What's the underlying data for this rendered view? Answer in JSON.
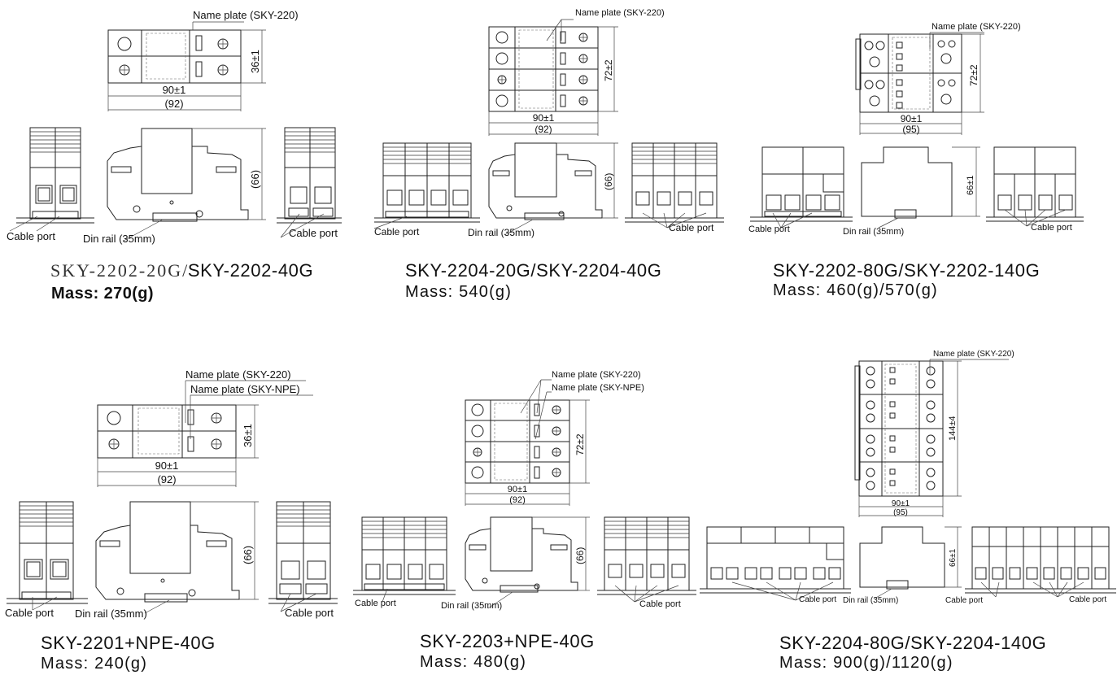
{
  "panels": [
    {
      "model_a": "SKY-2202-20G",
      "model_sep": "/",
      "model_b": "SKY-2202-40G",
      "mass": "Mass: 270(g)",
      "top_view": {
        "name_plate_1": "Name plate (SKY-220)",
        "height": "36±1",
        "width": "90±1",
        "width_ref": "(92)"
      },
      "side_height": "(66)",
      "cable_port_left": "Cable port",
      "din_rail": "Din rail (35mm)",
      "cable_port_right": "Cable port"
    },
    {
      "model": "SKY-2204-20G/SKY-2204-40G",
      "mass": "Mass: 540(g)",
      "top_view": {
        "name_plate_1": "Name plate (SKY-220)",
        "height": "72±2",
        "width": "90±1",
        "width_ref": "(92)"
      },
      "side_height": "(66)",
      "cable_port_left": "Cable port",
      "din_rail": "Din rail (35mm)",
      "cable_port_right": "Cable port"
    },
    {
      "model": "SKY-2202-80G/SKY-2202-140G",
      "mass": "Mass: 460(g)/570(g)",
      "top_view": {
        "name_plate_1": "Name plate (SKY-220)",
        "height": "72±2",
        "width": "90±1",
        "width_ref": "(95)"
      },
      "side_height": "66±1",
      "cable_port_left": "Cable port",
      "din_rail": "Din rail (35mm)",
      "cable_port_right": "Cable port"
    },
    {
      "model": "SKY-2201+NPE-40G",
      "mass": "Mass: 240(g)",
      "top_view": {
        "name_plate_1": "Name plate (SKY-220)",
        "name_plate_2": "Name plate (SKY-NPE)",
        "height": "36±1",
        "width": "90±1",
        "width_ref": "(92)"
      },
      "side_height": "(66)",
      "cable_port_left": "Cable port",
      "din_rail": "Din rail (35mm)",
      "cable_port_right": "Cable port"
    },
    {
      "model": "SKY-2203+NPE-40G",
      "mass": "Mass: 480(g)",
      "top_view": {
        "name_plate_1": "Name plate (SKY-220)",
        "name_plate_2": "Name plate (SKY-NPE)",
        "height": "72±2",
        "width": "90±1",
        "width_ref": "(92)"
      },
      "side_height": "(66)",
      "cable_port_left": "Cable port",
      "din_rail": "Din rail (35mm)",
      "cable_port_right": "Cable port"
    },
    {
      "model": "SKY-2204-80G/SKY-2204-140G",
      "mass": "Mass: 900(g)/1120(g)",
      "top_view": {
        "name_plate_1": "Name plate (SKY-220)",
        "height": "144±4",
        "width": "90±1",
        "width_ref": "(95)"
      },
      "side_height": "66±1",
      "cable_port_left": "Cable port",
      "din_rail": "Din rail (35mm)",
      "cable_port_right": "Cable port"
    }
  ]
}
